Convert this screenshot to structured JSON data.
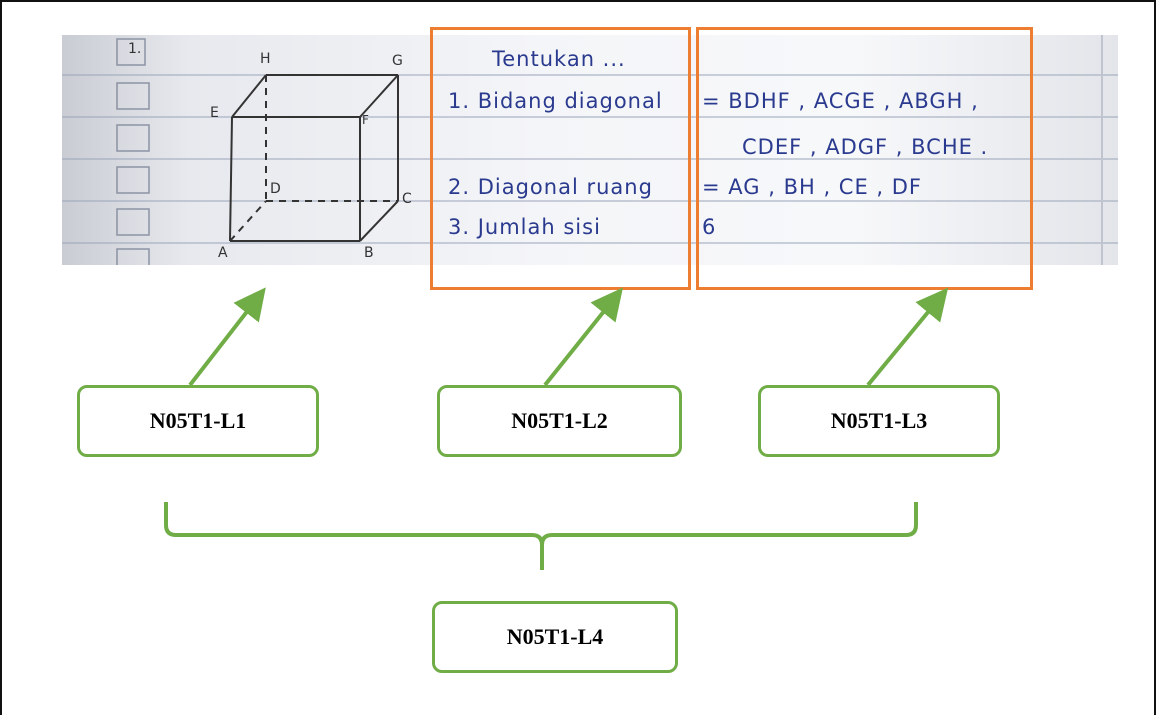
{
  "photo": {
    "question_number": "1.",
    "vertices": {
      "H": "H",
      "G": "G",
      "E": "E",
      "F": "F",
      "D": "D",
      "C": "C",
      "A": "A",
      "B": "B"
    },
    "lines": {
      "title": "Tentukan ...",
      "line1_left": "1. Bidang diagonal",
      "line1_right": "= BDHF , ACGE , ABGH ,",
      "line2_right": "CDEF , ADGF , BCHE .",
      "line3_left": "2. Diagonal ruang",
      "line3_right": "= AG , BH , CE , DF",
      "line4_left": "3. Jumlah sisi",
      "line4_right": "6"
    }
  },
  "labels": {
    "l1": "N05T1-L1",
    "l2": "N05T1-L2",
    "l3": "N05T1-L3",
    "l4": "N05T1-L4"
  },
  "colors": {
    "orange_box": "#ec7d31",
    "green": "#70ad47",
    "ink": "#2a3a8f"
  }
}
